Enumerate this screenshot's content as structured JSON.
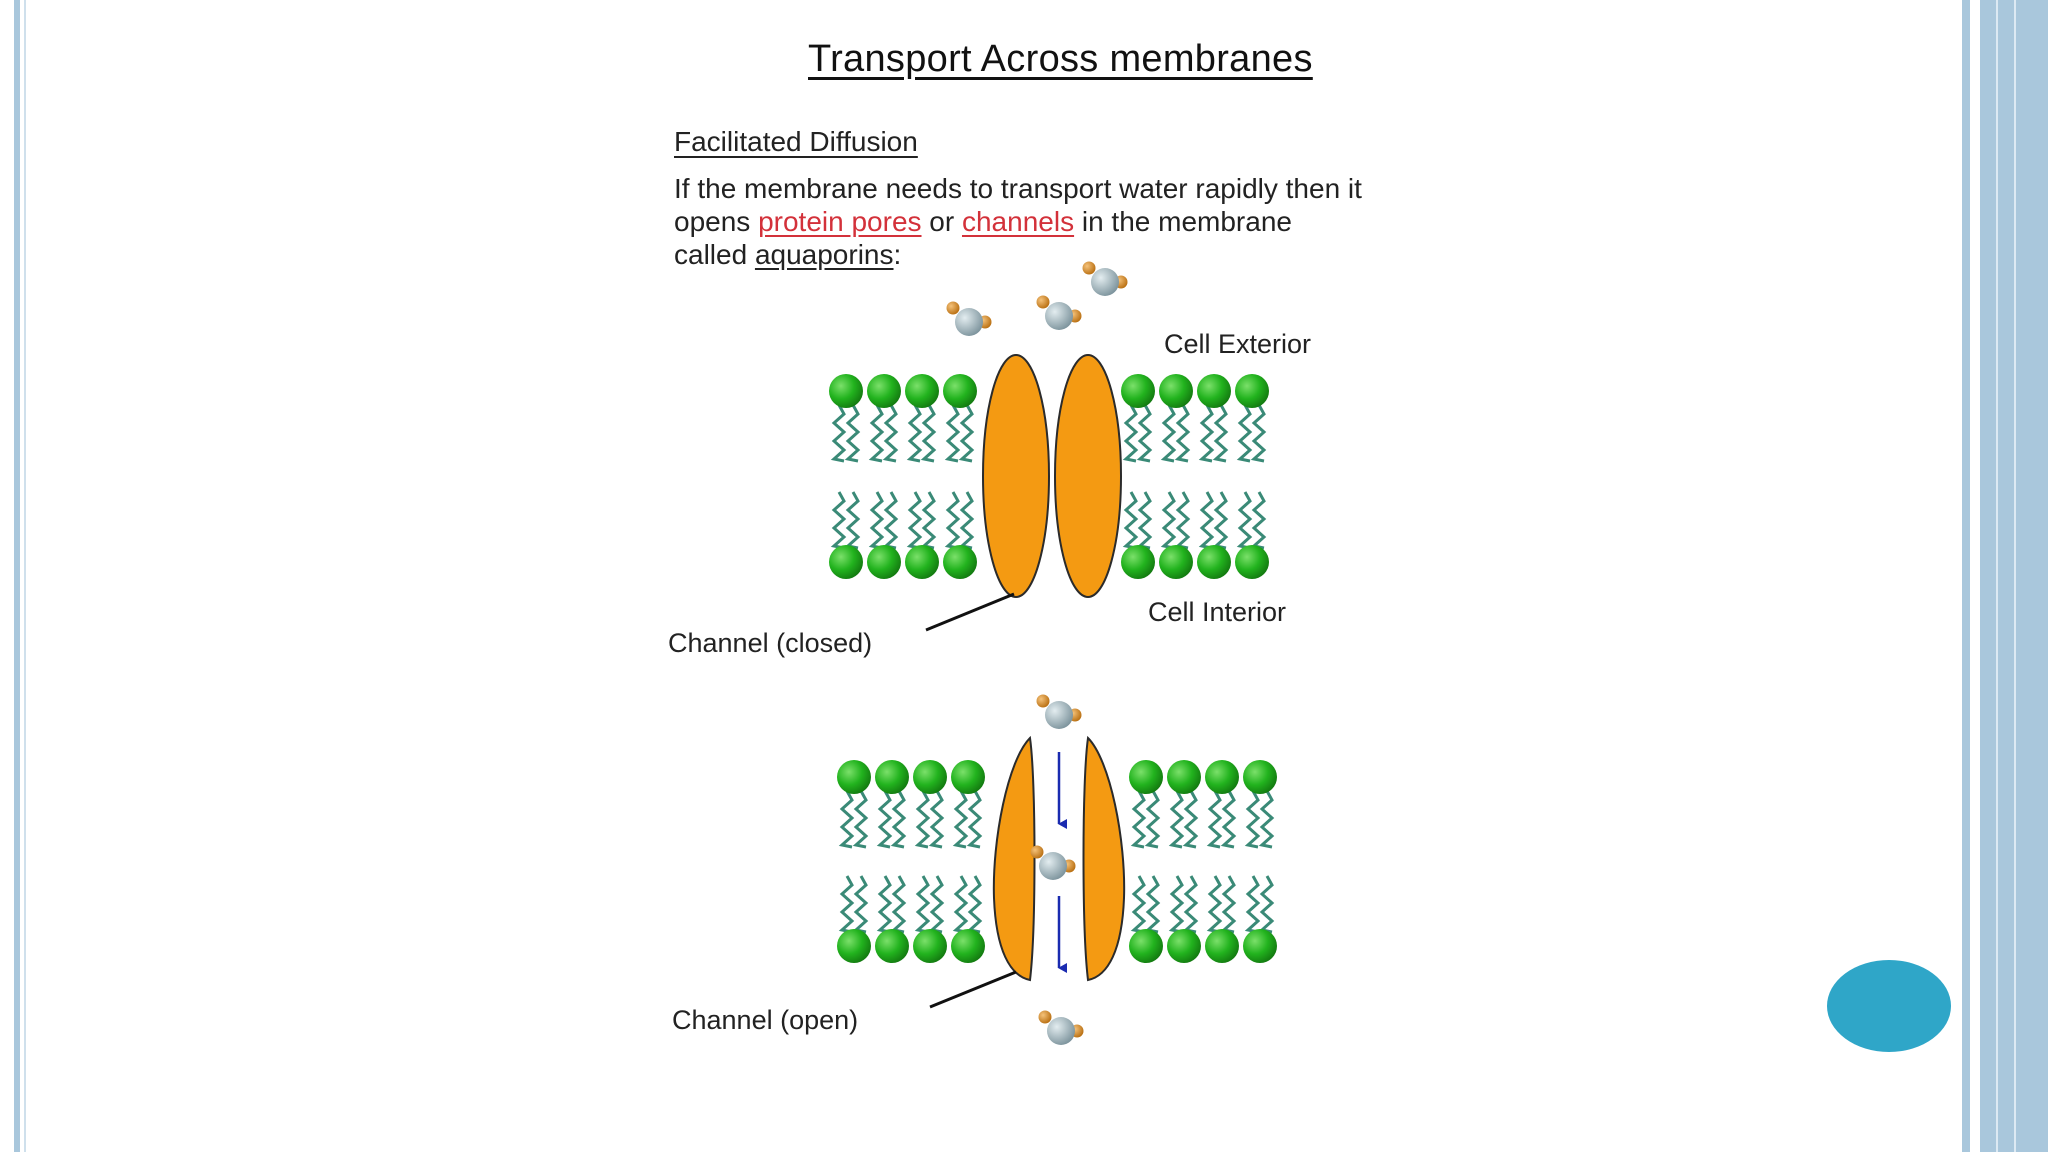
{
  "slide": {
    "title": "Transport Across membranes",
    "subtitle": "Facilitated Diffusion",
    "paragraph": {
      "line1": "If the membrane needs to transport water rapidly then it",
      "line2_prefix": "opens ",
      "term_protein_pores": "protein pores",
      "connector_or": " or ",
      "term_channels": "channels",
      "line2_suffix": " in the membrane",
      "line3_prefix": "called ",
      "term_aquaporins": "aquaporins",
      "line3_suffix": ":"
    }
  },
  "diagram": {
    "labels": {
      "cell_exterior": "Cell Exterior",
      "cell_interior": "Cell Interior",
      "channel_closed": "Channel (closed)",
      "channel_open": "Channel (open)"
    }
  },
  "colors": {
    "frame": "#a9c7dc",
    "page_dot": "#2fa6c8",
    "highlight_term": "#d3313a",
    "lipid_head": "#22b31e",
    "lipid_tail": "#3a8a77",
    "protein": "#f49a12",
    "water_oxygen": "#8fa4ad",
    "water_hydrogen": "#d98a1c",
    "flow_arrow": "#1a2bb0"
  }
}
